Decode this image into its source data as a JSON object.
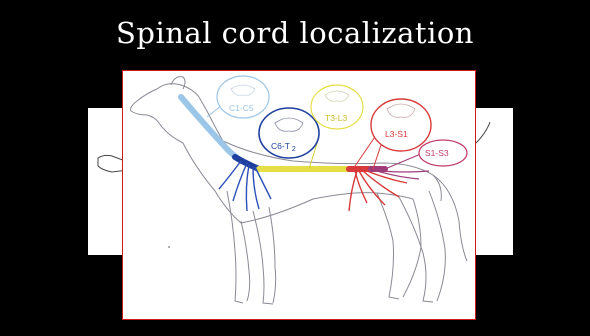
{
  "slide": {
    "title": "Spinal cord localization"
  },
  "diagram": {
    "regions": [
      {
        "id": "c1-c5",
        "label": "C1-C5",
        "color": "#9cc6e8"
      },
      {
        "id": "c6-t2",
        "label": "C6-T",
        "label_sub": "2",
        "color": "#1e3f9e"
      },
      {
        "id": "t3-l3",
        "label": "T3-L3",
        "color": "#d8cf3a"
      },
      {
        "id": "l3-s1",
        "label": "L3-S1",
        "color": "#d83a3a"
      },
      {
        "id": "s1-s3",
        "label": "S1-S3",
        "color": "#c23c6c"
      }
    ],
    "colors": {
      "frame_border": "#d11a1a",
      "background": "#000000",
      "title_text": "#ffffff"
    }
  }
}
